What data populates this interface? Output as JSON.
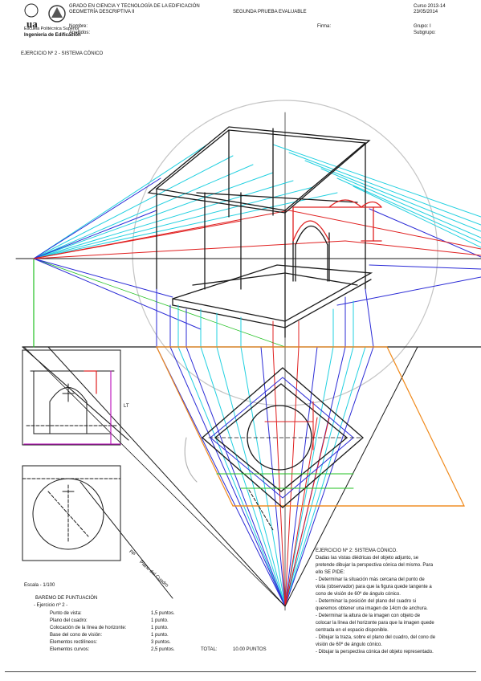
{
  "header": {
    "school_line1": "GRADO EN CIENCIA Y TECNOLOGÍA DE LA EDIFICACIÓN",
    "school_line2": "GEOMETRÍA DESCRIPTIVA II",
    "exam_title": "SEGUNDA PRUEBA EVALUABLE",
    "course": "Curso 2013-14",
    "date": "23/05/2014",
    "name_label": "Nombre:",
    "name_value": "Apellidos:",
    "signature_label": "Firma:",
    "group_line1": "Grupo: I",
    "group_line2": "Subgrupo:",
    "logo_text": "Ingeniería de Edificación",
    "logo_subtext": "Escuela Politécnica Superior"
  },
  "exercise_title": "EJERCICIO Nº 2 - SISTEMA CÓNICO",
  "scale": "Escala - 1/100",
  "plan_labels": {
    "lt": "LT",
    "pp": "PP",
    "plano_cuadro": "Plano del Cuadro"
  },
  "statement": {
    "lines": [
      "EJERCICIO Nº 2: SISTEMA CÓNICO.",
      "Dadas las vistas diédricas del objeto adjunto, se",
      "pretende dibujar la perspectiva cónica del mismo. Para",
      "ello SE PIDE:",
      "- Determinar la situación más cercana del punto de",
      "vista (observador) para que la figura quede tangente a",
      "cono de visión de 60º de ángulo cónico.",
      "- Determinar la posición del plano del cuadro si",
      "queremos obtener una imagen de 14cm de anchura.",
      "- Determinar la altura de la imagen con objeto de",
      "colocar la línea del horizonte para que la imagen quede",
      "centrada en el espacio disponible.",
      "- Dibujar la traza, sobre el plano del cuadro, del cono de",
      "visión de 60º de ángulo cónico.",
      "- Dibujar la perspectiva cónica del objeto representado."
    ]
  },
  "scoring": {
    "title": "BAREMO DE PUNTUACIÓN",
    "subtitle": "- Ejercicio nº 2 -",
    "rows": [
      {
        "item": "Punto de vista:",
        "points": "1,5 puntos."
      },
      {
        "item": "Plano del cuadro:",
        "points": "1 punto."
      },
      {
        "item": "Colocación de la línea de horizonte:",
        "points": "1 punto."
      },
      {
        "item": "Base del cono de visión:",
        "points": "1 punto."
      },
      {
        "item": "Elementos rectilíneos:",
        "points": "3 puntos."
      },
      {
        "item": "Elementos curvos:",
        "points": "2,5 puntos."
      }
    ],
    "total_label": "TOTAL:",
    "total_value": "10.00 PUNTOS"
  },
  "colors": {
    "black": "#1a1a1a",
    "blue": "#2b2bd6",
    "cyan": "#22d0e0",
    "red": "#e02020",
    "green": "#22c022",
    "orange": "#f08a1c",
    "magenta": "#c020c0",
    "gray": "#b0b0b0"
  }
}
